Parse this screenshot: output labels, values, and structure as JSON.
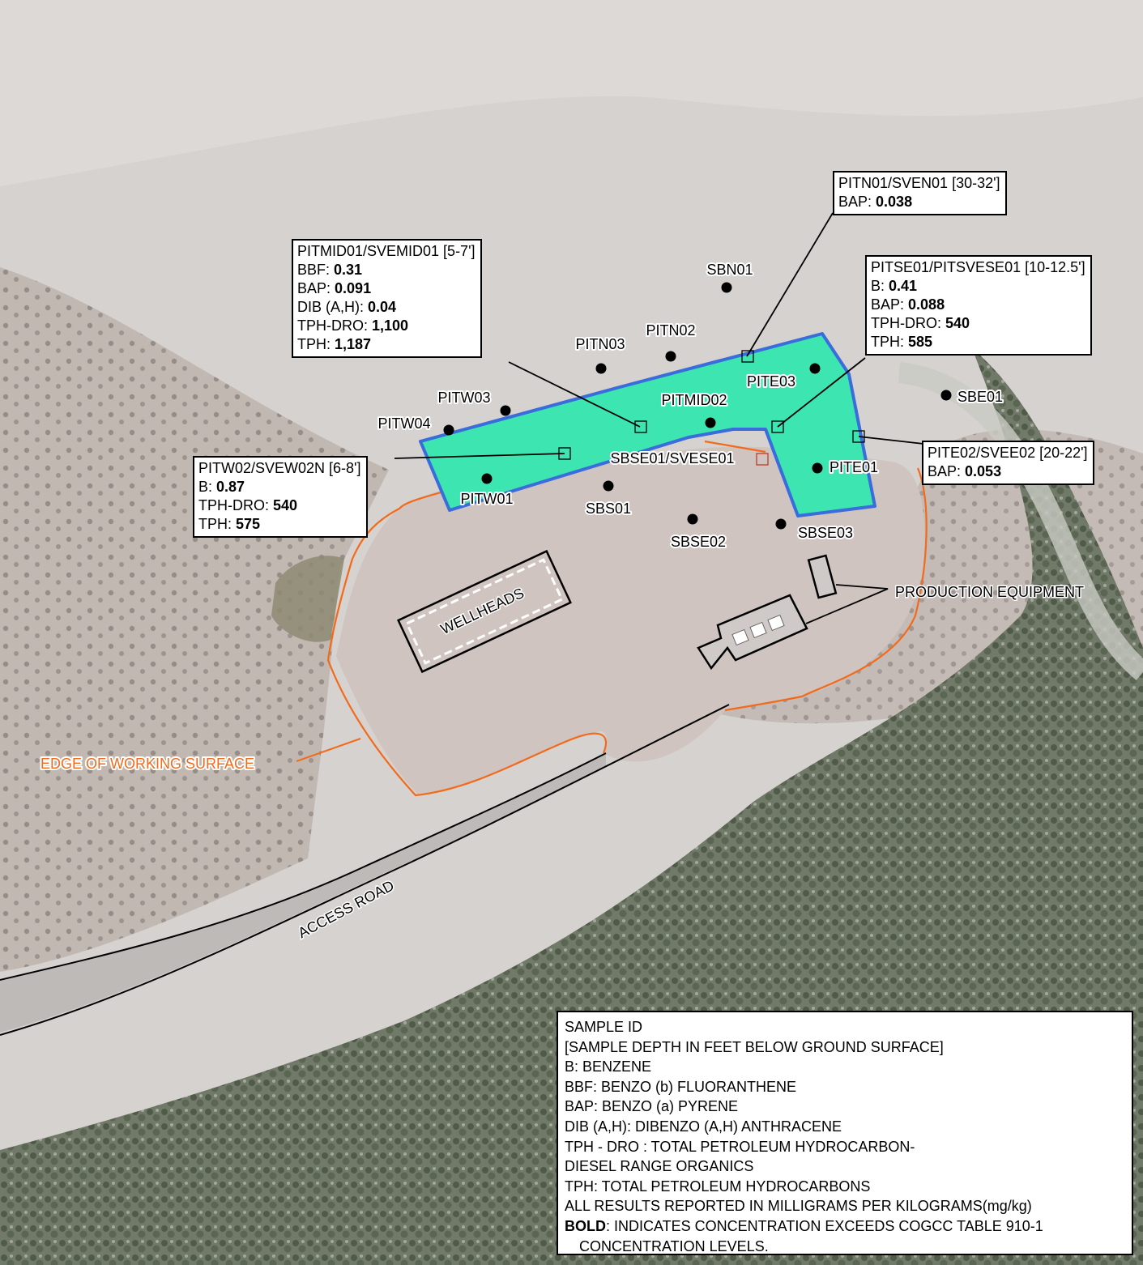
{
  "colors": {
    "pit_fill": "#3de6b0",
    "pit_outline": "#3a6cdc",
    "working_surface": "#f26a1b",
    "terrain_light": "#d6d2cf",
    "terrain_pad": "#cfc4bf",
    "vegetation": "#5f6a55"
  },
  "features": {
    "wellheads_label": "WELLHEADS",
    "production_equipment_label": "PRODUCTION EQUIPMENT",
    "edge_label": "EDGE OF WORKING SURFACE",
    "access_road_label": "ACCESS ROAD"
  },
  "sample_points": [
    {
      "id": "SBN01"
    },
    {
      "id": "PITN02"
    },
    {
      "id": "PITN03"
    },
    {
      "id": "PITE03"
    },
    {
      "id": "PITW03"
    },
    {
      "id": "PITW04"
    },
    {
      "id": "PITMID02"
    },
    {
      "id": "SBE01"
    },
    {
      "id": "SBSE01/SVESE01"
    },
    {
      "id": "PITE01"
    },
    {
      "id": "PITW01"
    },
    {
      "id": "SBS01"
    },
    {
      "id": "SBSE02"
    },
    {
      "id": "SBSE03"
    }
  ],
  "callouts": {
    "pitn01": {
      "title": "PITN01/SVEN01 [30-32']",
      "rows": [
        {
          "key": "BAP: ",
          "value": "0.038"
        }
      ]
    },
    "pitmid01": {
      "title": "PITMID01/SVEMID01 [5-7']",
      "rows": [
        {
          "key": "BBF: ",
          "value": "0.31"
        },
        {
          "key": "BAP: ",
          "value": "0.091"
        },
        {
          "key": "DIB (A,H): ",
          "value": "0.04"
        },
        {
          "key": "TPH-DRO: ",
          "value": "1,100"
        },
        {
          "key": "TPH: ",
          "value": "1,187"
        }
      ]
    },
    "pitse01": {
      "title": "PITSE01/PITSVESE01 [10-12.5']",
      "rows": [
        {
          "key": "B: ",
          "value": "0.41"
        },
        {
          "key": "BAP: ",
          "value": "0.088"
        },
        {
          "key": "TPH-DRO: ",
          "value": "540"
        },
        {
          "key": "TPH: ",
          "value": "585"
        }
      ]
    },
    "pite02": {
      "title": "PITE02/SVEE02 [20-22']",
      "rows": [
        {
          "key": "BAP: ",
          "value": "0.053"
        }
      ]
    },
    "pitw02": {
      "title": "PITW02/SVEW02N [6-8']",
      "rows": [
        {
          "key": "B: ",
          "value": "0.87"
        },
        {
          "key": "TPH-DRO: ",
          "value": "540"
        },
        {
          "key": "TPH: ",
          "value": "575"
        }
      ]
    }
  },
  "legend": {
    "lines": [
      "SAMPLE ID",
      "[SAMPLE DEPTH IN FEET BELOW GROUND SURFACE]",
      "B: BENZENE",
      "BBF: BENZO (b) FLUORANTHENE",
      "BAP: BENZO (a) PYRENE",
      "DIB (A,H): DIBENZO (A,H) ANTHRACENE",
      "TPH - DRO : TOTAL PETROLEUM HYDROCARBON-",
      "DIESEL RANGE ORGANICS",
      "TPH: TOTAL PETROLEUM HYDROCARBONS",
      "ALL RESULTS REPORTED IN  MILLIGRAMS PER KILOGRAMS(mg/kg)"
    ],
    "bold_key": "BOLD",
    "bold_text": ": INDICATES CONCENTRATION EXCEEDS COGCC TABLE 910-1",
    "bold_text_cont": "CONCENTRATION LEVELS."
  }
}
